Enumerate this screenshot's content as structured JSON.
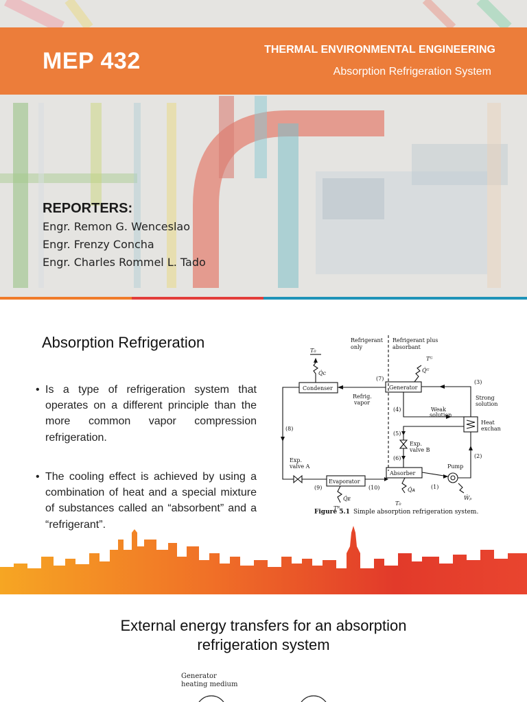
{
  "slide1": {
    "course_code": "MEP 432",
    "course_title": "THERMAL ENVIRONMENTAL ENGINEERING",
    "course_subtitle": "Absorption Refrigeration System",
    "reporters_heading": "REPORTERS:",
    "reporters": [
      "Engr. Remon  G. Wenceslao",
      "Engr. Frenzy Concha",
      "Engr. Charles Rommel L. Tado"
    ],
    "colors": {
      "band": "#ec7d3a",
      "stripe": [
        "#f07b2a",
        "#e23d3a",
        "#1f93b8"
      ]
    }
  },
  "slide2": {
    "title": "Absorption Refrigeration",
    "bullets": [
      "Is a type of refrigeration system that operates on a different principle than the more common vapor compression refrigeration.",
      "The cooling effect is achieved by using a combination of heat and a special mixture of substances called an “absorbent” and a “refrigerant”."
    ],
    "figure": {
      "header_left": [
        "Refrigerant",
        "only"
      ],
      "header_right": [
        "Refrigerant plus",
        "absorbant"
      ],
      "components": {
        "condenser": "Condenser",
        "generator": "Generator",
        "evaporator": "Evaporator",
        "absorber": "Absorber",
        "heat_exchanger": [
          "Heat",
          "exchanger"
        ],
        "pump": "Pump"
      },
      "labels": {
        "refrig_vapor": [
          "Refrig.",
          "vapor"
        ],
        "weak_solution": [
          "Weak",
          "solution"
        ],
        "strong_solution": [
          "Strong",
          "solution"
        ],
        "exp_valve_a": [
          "Exp.",
          "valve A"
        ],
        "exp_valve_b": [
          "Exp.",
          "valve B"
        ]
      },
      "symbols": {
        "t0": "T₀",
        "tg": "Tᴳ",
        "tr": "Tᴿ",
        "qc": "Q̇ᴄ",
        "qg": "Q̇ᴳ",
        "qe": "Q̇ᴇ",
        "qa": "Q̇ᴀ",
        "wp": "Ẇₚ"
      },
      "states": [
        "(1)",
        "(2)",
        "(3)",
        "(4)",
        "(5)",
        "(6)",
        "(7)",
        "(8)",
        "(9)",
        "(10)"
      ],
      "caption_bold": "Figure 5.1",
      "caption_text": "Simple absorption refrigeration system."
    }
  },
  "slide3": {
    "title_line1": "External energy transfers for an absorption",
    "title_line2": "refrigeration system",
    "generator_label": [
      "Generator",
      "heating medium"
    ]
  }
}
